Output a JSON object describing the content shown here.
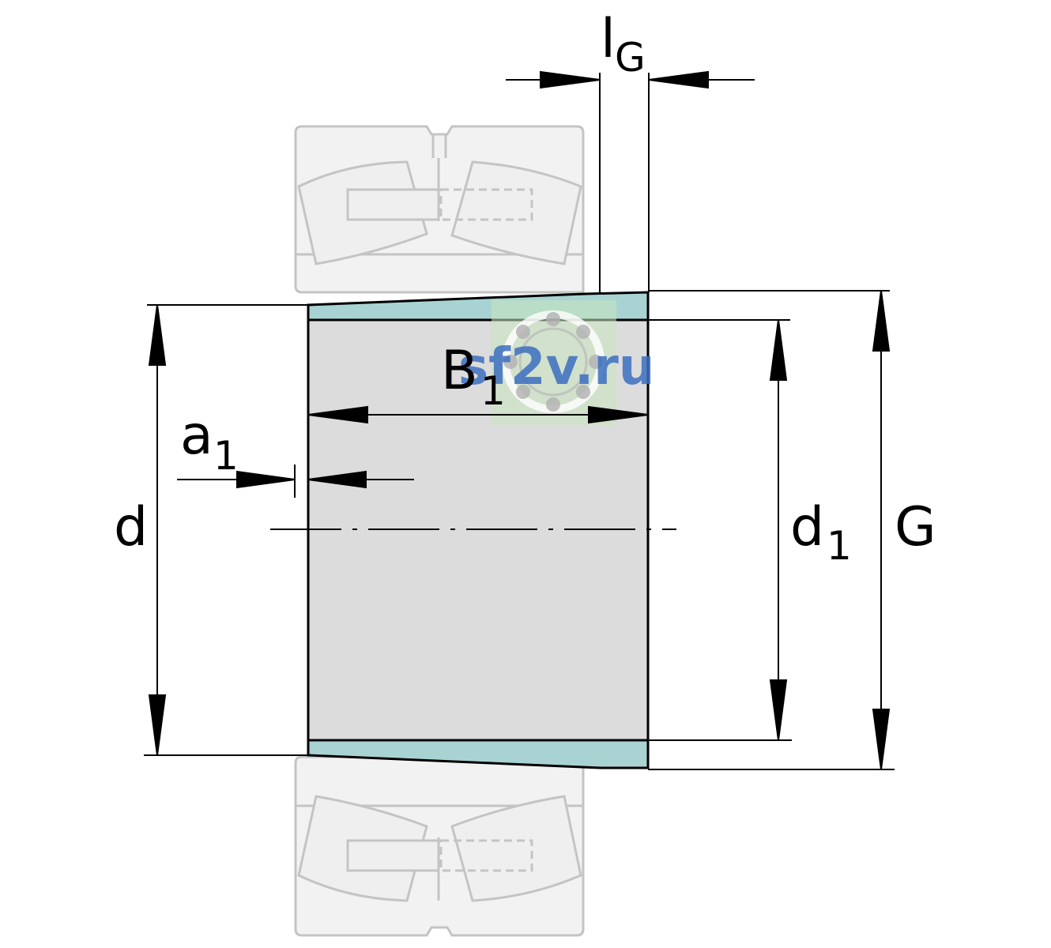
{
  "labels": {
    "lG_main": "l",
    "lG_sub": "G",
    "B1_main": "B",
    "B1_sub": "1",
    "a1_main": "a",
    "a1_sub": "1",
    "d_main": "d",
    "d1_main": "d",
    "d1_sub": "1",
    "G_main": "G"
  },
  "watermark": {
    "text": "sf2v.ru"
  },
  "colors": {
    "bearing_outline": "#c8c8c8",
    "bearing_fill": "#f0f0f0",
    "sleeve_fill": "#dcdcdc",
    "sleeve_rim": "#a9d3d3",
    "line": "#000000",
    "watermark_text": "#3d6fc0",
    "watermark_box": "#c8e6c0"
  }
}
